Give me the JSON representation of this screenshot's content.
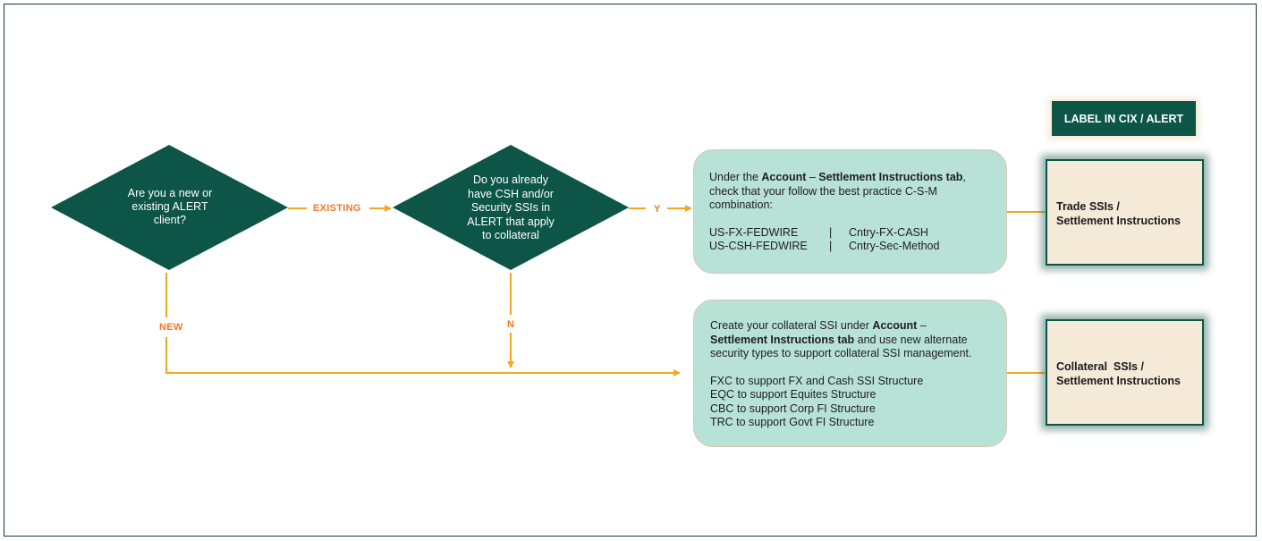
{
  "diagram": {
    "decision_client": {
      "lines": [
        "Are you a new or",
        "existing ALERT",
        "client?"
      ]
    },
    "decision_ssi": {
      "lines": [
        "Do you already",
        "have CSH and/or",
        "Security SSIs in",
        "ALERT that apply",
        "to collateral"
      ]
    },
    "edges": {
      "existing": "EXISTING",
      "yes": "Y",
      "new": "NEW",
      "no": "N"
    },
    "box_best_practice": {
      "intro_pre": "Under the ",
      "intro_bold1": "Account",
      "intro_mid": " – ",
      "intro_bold2": "Settlement Instructions tab",
      "intro_post": ",",
      "line2": "check that your follow the best practice C-S-M",
      "line3": "combination:",
      "rows": [
        {
          "left": "US-FX-FEDWIRE",
          "sep": "|",
          "right": "Cntry-FX-CASH"
        },
        {
          "left": "US-CSH-FEDWIRE",
          "sep": "|",
          "right": "Cntry-Sec-Method"
        }
      ]
    },
    "box_collateral": {
      "line1_pre": "Create your collateral SSI under ",
      "line1_bold": "Account",
      "line1_post": " –",
      "line2_bold": "Settlement Instructions tab",
      "line2_post": " and use new alternate",
      "line3": "security types to support collateral SSI management.",
      "items": [
        "FXC to support FX and Cash SSI Structure",
        "EQC to support Equites Structure",
        "CBC to support Corp FI Structure",
        "TRC to support Govt FI Structure"
      ]
    },
    "label_header": "LABEL IN CIX / ALERT",
    "trade_ssi": {
      "line1": "Trade SSIs /",
      "line2": "Settlement Instructions"
    },
    "collateral_ssi": {
      "line1": "Collateral  SSIs /",
      "line2": "Settlement Instructions"
    },
    "colors": {
      "diamond": "#0d5546",
      "connector": "#f5a623",
      "edge_label": "#f0772b",
      "process_box": "#b8e2d6",
      "label_box": "#f5e9d8"
    }
  }
}
